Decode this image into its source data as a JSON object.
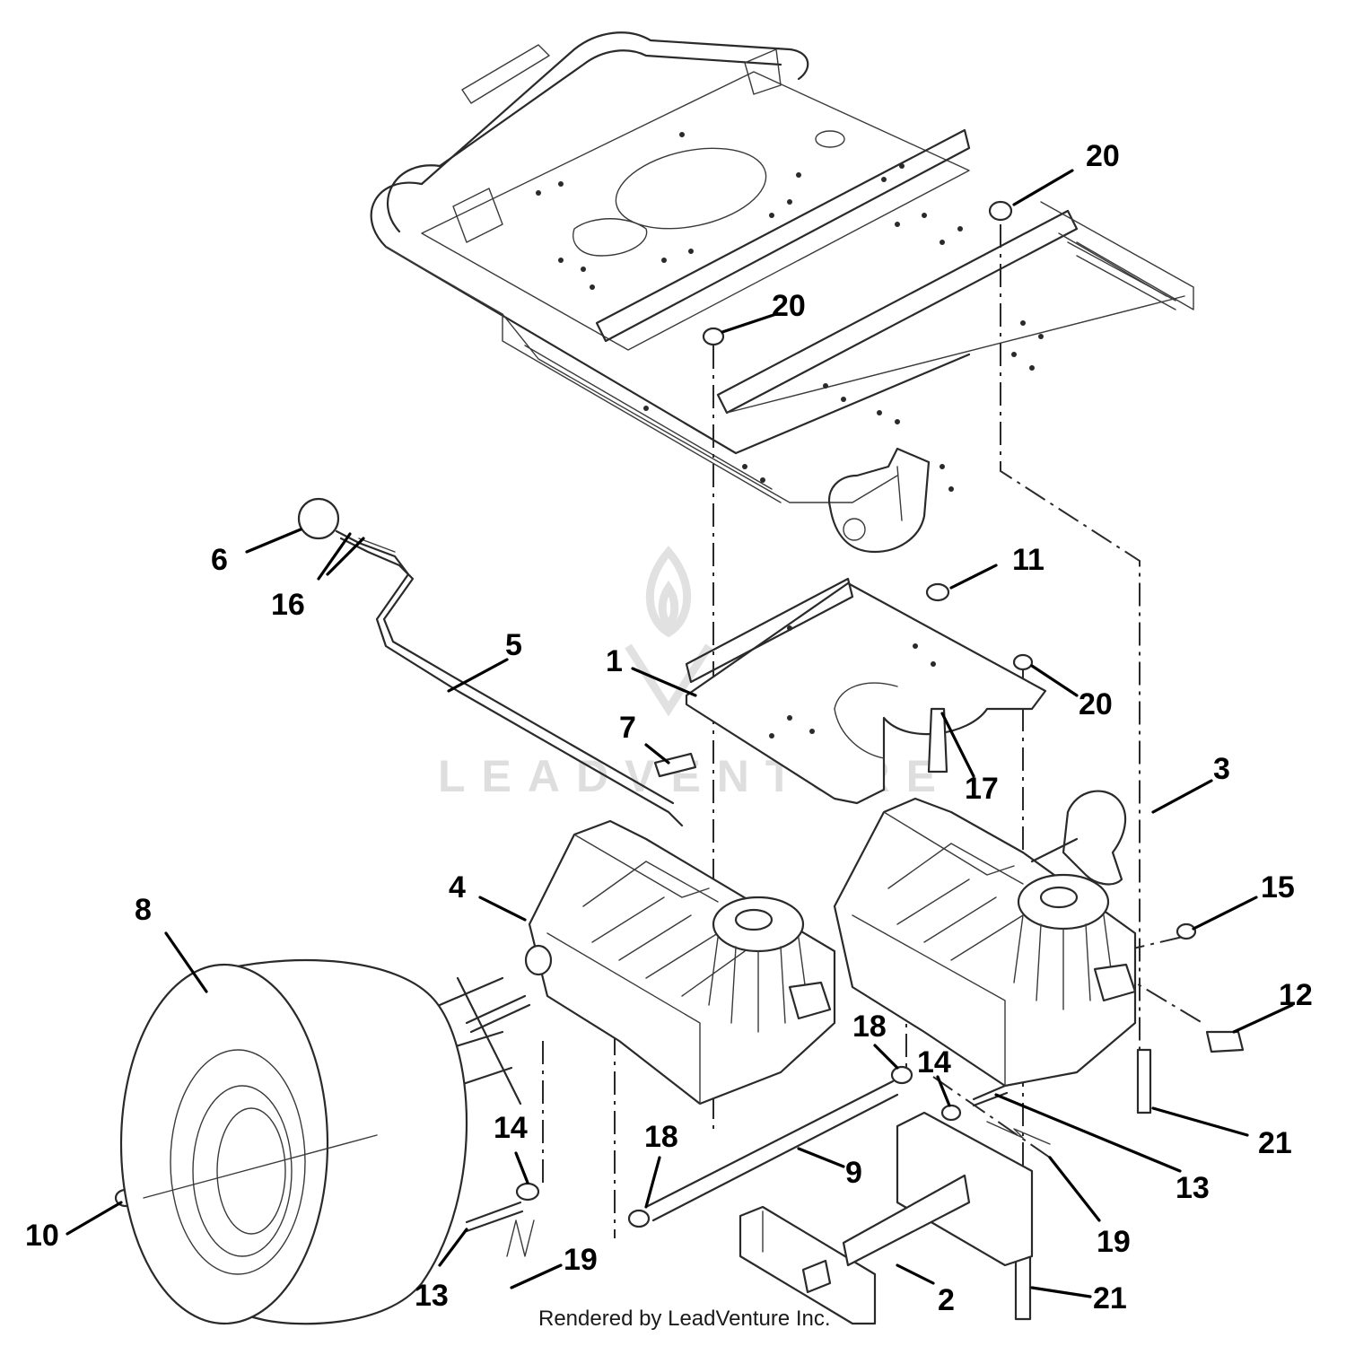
{
  "watermark": {
    "text": "LEADVENTURE",
    "color": "#d9d9d9"
  },
  "footer": {
    "rendered_by": "Rendered by LeadVenture Inc."
  },
  "callouts": [
    {
      "id": "c1",
      "label": "1"
    },
    {
      "id": "c2",
      "label": "2"
    },
    {
      "id": "c3",
      "label": "3"
    },
    {
      "id": "c4",
      "label": "4"
    },
    {
      "id": "c5",
      "label": "5"
    },
    {
      "id": "c6",
      "label": "6"
    },
    {
      "id": "c7",
      "label": "7"
    },
    {
      "id": "c8",
      "label": "8"
    },
    {
      "id": "c9",
      "label": "9"
    },
    {
      "id": "c10",
      "label": "10"
    },
    {
      "id": "c11",
      "label": "11"
    },
    {
      "id": "c12",
      "label": "12"
    },
    {
      "id": "c13a",
      "label": "13"
    },
    {
      "id": "c13b",
      "label": "13"
    },
    {
      "id": "c14a",
      "label": "14"
    },
    {
      "id": "c14b",
      "label": "14"
    },
    {
      "id": "c15",
      "label": "15"
    },
    {
      "id": "c16",
      "label": "16"
    },
    {
      "id": "c17",
      "label": "17"
    },
    {
      "id": "c18a",
      "label": "18"
    },
    {
      "id": "c18b",
      "label": "18"
    },
    {
      "id": "c19a",
      "label": "19"
    },
    {
      "id": "c19b",
      "label": "19"
    },
    {
      "id": "c20a",
      "label": "20"
    },
    {
      "id": "c20b",
      "label": "20"
    },
    {
      "id": "c20c",
      "label": "20"
    },
    {
      "id": "c21a",
      "label": "21"
    },
    {
      "id": "c21b",
      "label": "21"
    }
  ]
}
